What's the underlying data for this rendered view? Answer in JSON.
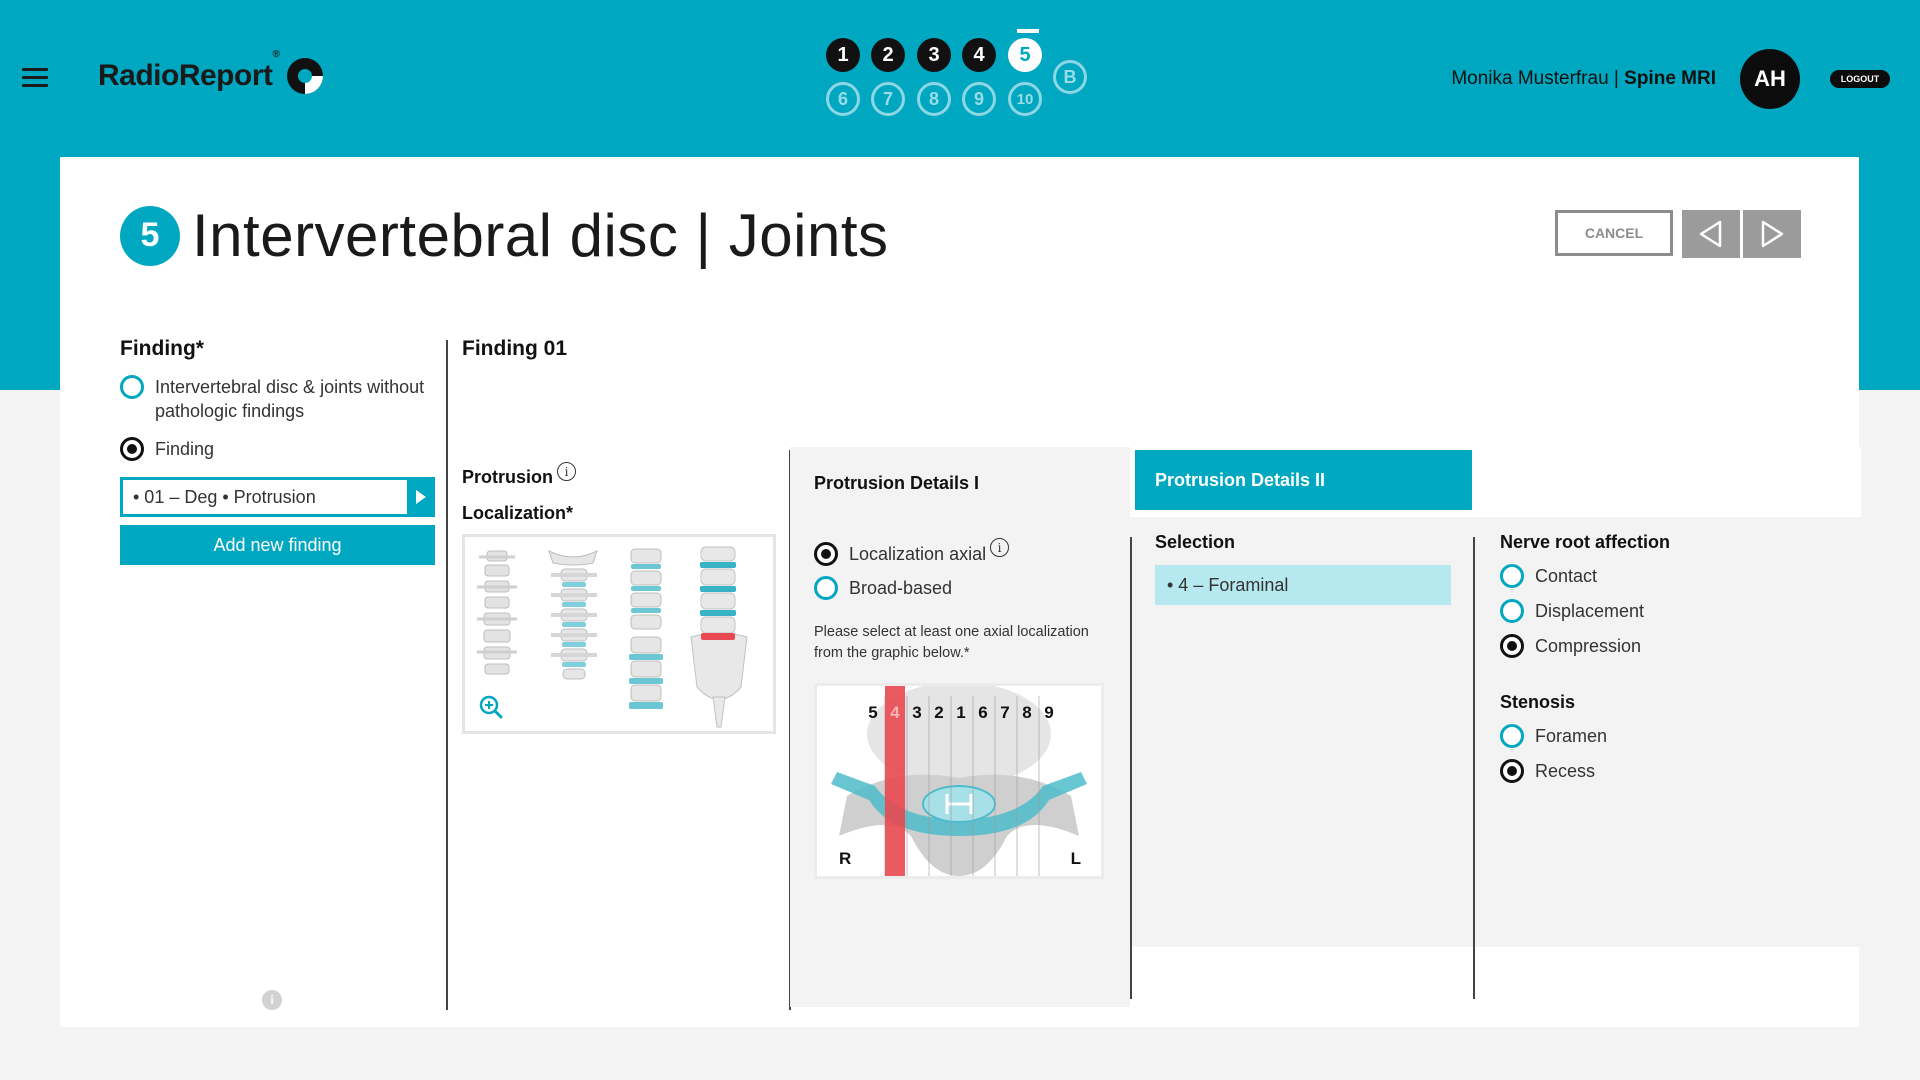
{
  "app": {
    "logo": "RadioReport",
    "logo_reg": "®",
    "user_name": "Monika Musterfrau",
    "user_sep": " | ",
    "module": "Spine MRI",
    "avatar": "AH",
    "logout": "LOGOUT"
  },
  "steps": {
    "row1": [
      "1",
      "2",
      "3",
      "4",
      "5"
    ],
    "row2": [
      "6",
      "7",
      "8",
      "9",
      "10"
    ],
    "extra": "B",
    "current": "5"
  },
  "page": {
    "step_number": "5",
    "title": "Intervertebral disc | Joints",
    "cancel": "CANCEL"
  },
  "finding_panel": {
    "heading": "Finding*",
    "option_none": "Intervertebral disc & joints without pathologic findings",
    "option_finding": "Finding",
    "selected": "Finding",
    "current_finding": "• 01 – Deg • Protrusion",
    "add_button": "Add new finding",
    "info": "i"
  },
  "finding01": {
    "title": "Finding 01",
    "protrusion_label": "Protrusion",
    "localization_label": "Localization*",
    "info": "i"
  },
  "details1": {
    "tab": "Protrusion Details I",
    "options": [
      "Localization axial",
      "Broad-based"
    ],
    "selected": "Localization axial",
    "hint": "Please select at least one axial localization from the graphic below.*",
    "axial_numbers": [
      "5",
      "4",
      "3",
      "2",
      "1",
      "6",
      "7",
      "8",
      "9"
    ],
    "axial_selected": "4",
    "side_left": "R",
    "side_right": "L"
  },
  "details2": {
    "tab": "Protrusion Details II",
    "selection_heading": "Selection",
    "selection_item": "• 4 – Foraminal",
    "nerve_heading": "Nerve root affection",
    "nerve_options": [
      "Contact",
      "Displacement",
      "Compression"
    ],
    "nerve_selected": "Compression",
    "stenosis_heading": "Stenosis",
    "stenosis_options": [
      "Foramen",
      "Recess"
    ],
    "stenosis_selected": "Recess"
  },
  "colors": {
    "accent": "#00a7c1",
    "selection_bg": "#b6e8ef",
    "highlight_red": "#e8484f"
  }
}
